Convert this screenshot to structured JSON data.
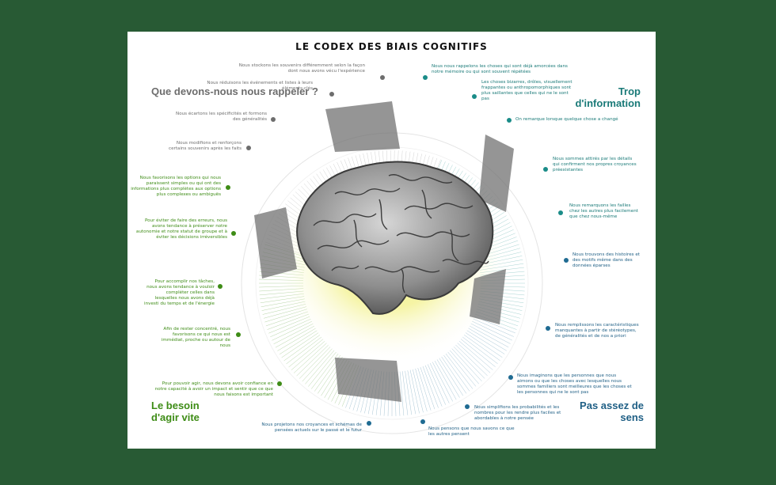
{
  "title": "LE CODEX DES BIAIS COGNITIFS",
  "colors": {
    "background": "#285a34",
    "gray": "#6d6d6d",
    "green": "#3e8c16",
    "teal": "#1a7a78",
    "blue": "#1f5f85",
    "glow": "#f3f18e"
  },
  "quadrants": {
    "memory": {
      "title": "Que devons-nous nous rappeler ?"
    },
    "information": {
      "title": "Trop d'information"
    },
    "action": {
      "title": "Le besoin d'agir vite"
    },
    "meaning": {
      "title": "Pas assez de sens"
    }
  },
  "notes": {
    "memory": [
      "Nous stockons les souvenirs différemment selon la façon dont nous avons vécu l'expérience",
      "Nous réduisons les événements et listes à leurs éléments-clés",
      "Nous écartons les spécificités et formons des généralités",
      "Nous modifions et renforçons certains souvenirs après les faits"
    ],
    "information": [
      "Nous nous rappelons les choses qui sont déjà amorcées dans notre mémoire ou qui sont souvent répétées",
      "Les choses bizarres, drôles, visuellement frappantes ou anthropomorphiques sont plus saillantes que celles qui ne le sont pas",
      "On remarque lorsque quelque chose a changé",
      "Nous sommes attirés par les détails qui confirment nos propres croyances préexistantes",
      "Nous remarquons les failles chez les autres plus facilement que chez nous-même"
    ],
    "meaning": [
      "Nous trouvons des histoires et des motifs même dans des données éparses",
      "Nous remplissons les caractéristiques manquantes à partir de stéréotypes, de généralités et de nos a priori",
      "Nous imaginons que les personnes que nous aimons ou que les choses avec lesquelles nous sommes familiers sont meilleures que les choses et les personnes qui ne le sont pas",
      "Nous simplifions les probabilités et les nombres pour les rendre plus faciles et abordables à notre pensée",
      "Nous pensons que nous savons ce que les autres pensent",
      "Nous projetons nos croyances et schémas de pensées actuels sur le passé et le futur"
    ],
    "action": [
      "Nous favorisons les options qui nous paraissent simples ou qui ont des informations plus complètes aux options plus complexes ou ambiguës",
      "Pour éviter de faire des erreurs, nous avons tendance à préserver notre autonomie et notre statut de groupe et à éviter les décisions irréversibles",
      "Pour accomplir nos tâches, nous avons tendance à vouloir compléter celles dans lesquelles nous avons déjà investi du temps et de l'énergie",
      "Afin de rester concentré, nous favorisons ce qui nous est immédiat, proche ou autour de nous",
      "Pour pouvoir agir, nous devons avoir confiance en notre capacité à avoir un impact et sentir que ce que nous faisons est important"
    ]
  }
}
